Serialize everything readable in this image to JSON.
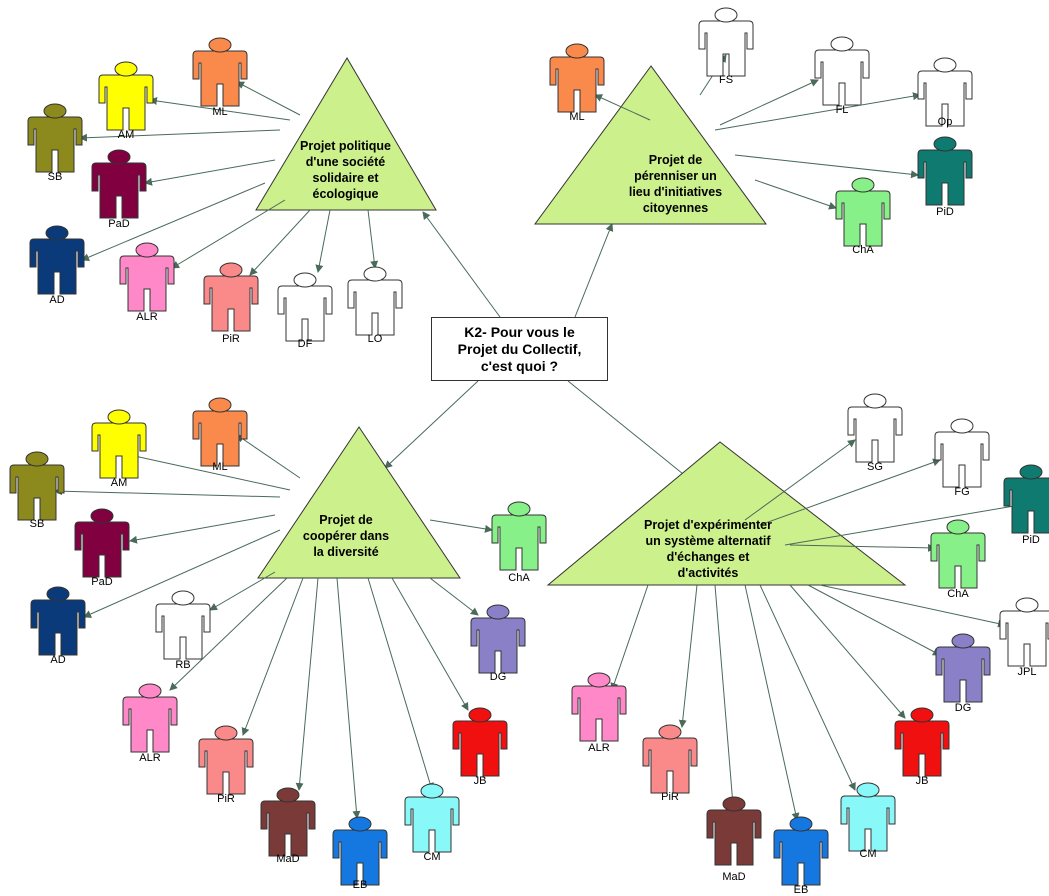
{
  "center": {
    "title": "K2- Pour vous le\nProjet du Collectif,\nc'est quoi ?"
  },
  "colors": {
    "triangle_fill": "#ccf08c",
    "triangle_stroke": "#333333",
    "arrow": "#4a6a5a"
  },
  "projects": [
    {
      "id": "p1",
      "label": "Projet politique\nd'une société\nsolidaire et\nécologique"
    },
    {
      "id": "p2",
      "label": "Projet de\npérenniser un\nlieu d'initiatives\ncitoyennes"
    },
    {
      "id": "p3",
      "label": "Projet de\ncoopérer dans\nla diversité"
    },
    {
      "id": "p4",
      "label": "Projet d'expérimenter\nun système alternatif\nd'échanges et\nd'activités"
    }
  ],
  "people": [
    {
      "name": "ML",
      "project": "p1",
      "color": "#f98a4c"
    },
    {
      "name": "AM",
      "project": "p1",
      "color": "#ffff00"
    },
    {
      "name": "SB",
      "project": "p1",
      "color": "#8c8a1c"
    },
    {
      "name": "PaD",
      "project": "p1",
      "color": "#800040"
    },
    {
      "name": "AD",
      "project": "p1",
      "color": "#0a3a7a"
    },
    {
      "name": "ALR",
      "project": "p1",
      "color": "#ff88c8"
    },
    {
      "name": "PiR",
      "project": "p1",
      "color": "#fa8a8a"
    },
    {
      "name": "DF",
      "project": "p1",
      "color": "#ffffff"
    },
    {
      "name": "LO",
      "project": "p1",
      "color": "#ffffff"
    },
    {
      "name": "ML",
      "project": "p2",
      "color": "#f98a4c"
    },
    {
      "name": "FS",
      "project": "p2",
      "color": "#ffffff"
    },
    {
      "name": "FL",
      "project": "p2",
      "color": "#ffffff"
    },
    {
      "name": "Op",
      "project": "p2",
      "color": "#ffffff"
    },
    {
      "name": "PiD",
      "project": "p2",
      "color": "#0e7a70"
    },
    {
      "name": "ChA",
      "project": "p2",
      "color": "#88f088"
    },
    {
      "name": "ML",
      "project": "p3",
      "color": "#f98a4c"
    },
    {
      "name": "AM",
      "project": "p3",
      "color": "#ffff00"
    },
    {
      "name": "SB",
      "project": "p3",
      "color": "#8c8a1c"
    },
    {
      "name": "PaD",
      "project": "p3",
      "color": "#800040"
    },
    {
      "name": "AD",
      "project": "p3",
      "color": "#0a3a7a"
    },
    {
      "name": "RB",
      "project": "p3",
      "color": "#ffffff"
    },
    {
      "name": "ALR",
      "project": "p3",
      "color": "#ff88c8"
    },
    {
      "name": "PiR",
      "project": "p3",
      "color": "#fa8a8a"
    },
    {
      "name": "MaD",
      "project": "p3",
      "color": "#7a3a38"
    },
    {
      "name": "EB",
      "project": "p3",
      "color": "#1478e0"
    },
    {
      "name": "CM",
      "project": "p3",
      "color": "#88f8f8"
    },
    {
      "name": "JB",
      "project": "p3",
      "color": "#f01010"
    },
    {
      "name": "DG",
      "project": "p3",
      "color": "#8a80c8"
    },
    {
      "name": "ChA",
      "project": "p3",
      "color": "#88f088"
    },
    {
      "name": "SG",
      "project": "p4",
      "color": "#ffffff"
    },
    {
      "name": "FG",
      "project": "p4",
      "color": "#ffffff"
    },
    {
      "name": "PiD",
      "project": "p4",
      "color": "#0e7a70"
    },
    {
      "name": "ChA",
      "project": "p4",
      "color": "#88f088"
    },
    {
      "name": "JPL",
      "project": "p4",
      "color": "#ffffff"
    },
    {
      "name": "DG",
      "project": "p4",
      "color": "#8a80c8"
    },
    {
      "name": "JB",
      "project": "p4",
      "color": "#f01010"
    },
    {
      "name": "CM",
      "project": "p4",
      "color": "#88f8f8"
    },
    {
      "name": "EB",
      "project": "p4",
      "color": "#1478e0"
    },
    {
      "name": "MaD",
      "project": "p4",
      "color": "#7a3a38"
    },
    {
      "name": "PiR",
      "project": "p4",
      "color": "#fa8a8a"
    },
    {
      "name": "ALR",
      "project": "p4",
      "color": "#ff88c8"
    }
  ]
}
